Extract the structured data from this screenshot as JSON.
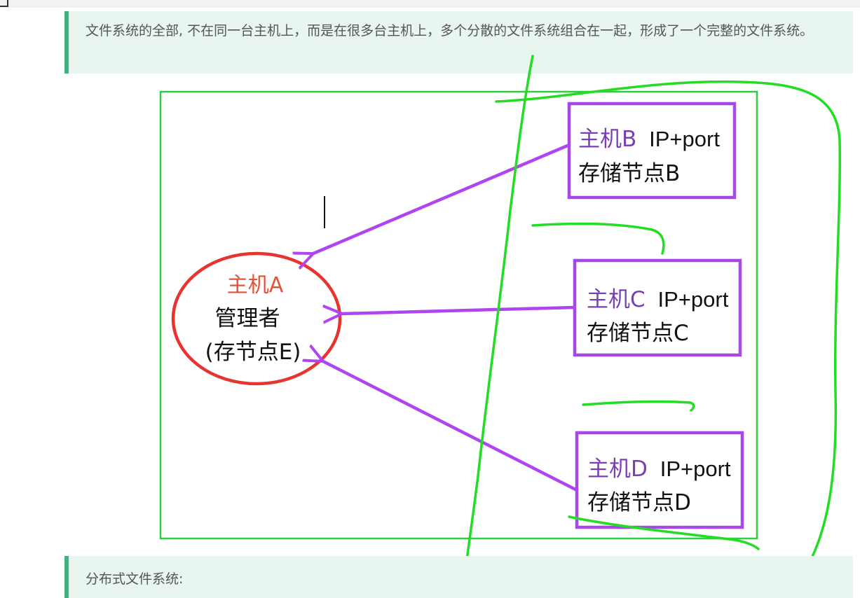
{
  "intro": {
    "text": "文件系统的全部, 不在同一台主机上，而是在很多台主机上，多个分散的文件系统组合在一起，形成了一个完整的文件系统。"
  },
  "diagram": {
    "manager": {
      "host_label": "主机A",
      "role_label": "管理者",
      "storage_label": "(存节点E)"
    },
    "nodes": [
      {
        "host": "主机B",
        "addr": "IP+port",
        "storage": "存储节点B"
      },
      {
        "host": "主机C",
        "addr": "IP+port",
        "storage": "存储节点C"
      },
      {
        "host": "主机D",
        "addr": "IP+port",
        "storage": "存储节点D"
      }
    ]
  },
  "footer": {
    "text": "分布式文件系统:"
  },
  "colors": {
    "quote_bg": "#e9f5ef",
    "quote_border": "#3fb37f",
    "frame_green": "#2ecc40",
    "marker_green": "#22dd22",
    "arrow_purple": "#b044f0",
    "box_purple": "#a548e6",
    "host_purple": "#7a3fb5",
    "ellipse_red": "#e8342e",
    "host_red": "#e0553a"
  }
}
